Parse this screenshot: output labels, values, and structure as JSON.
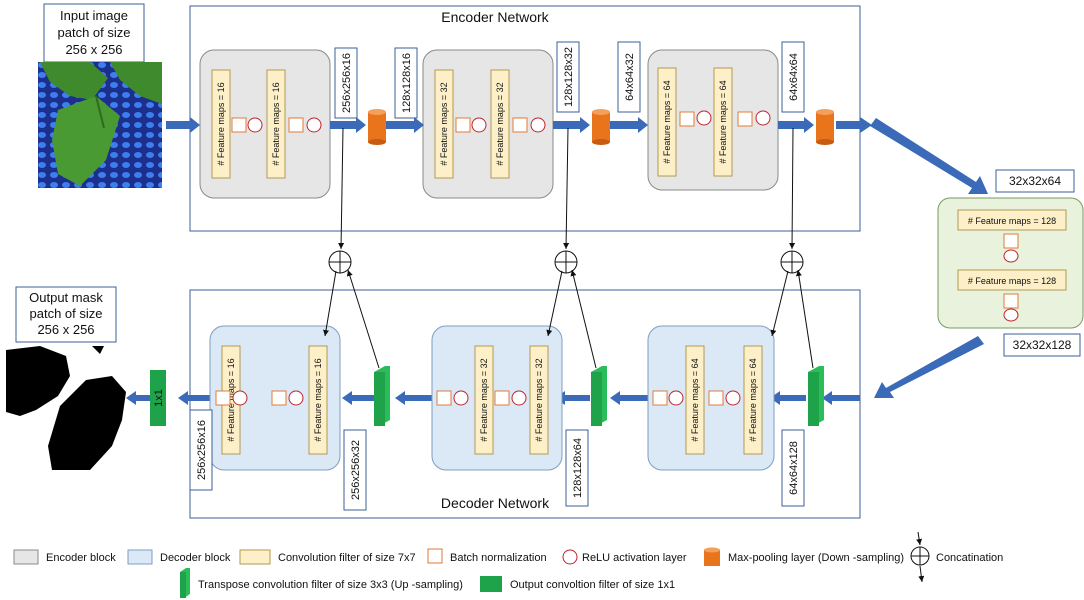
{
  "input": {
    "line1": "Input image",
    "line2": "patch of size",
    "line3": "256 x 256"
  },
  "output": {
    "line1": "Output mask",
    "line2": "patch of size",
    "line3": "256 x 256"
  },
  "encoder_title": "Encoder Network",
  "decoder_title": "Decoder Network",
  "encoder_blocks": [
    {
      "fmap": "# Feature maps = 16",
      "dim_out": "256x256x16"
    },
    {
      "fmap": "# Feature maps = 32",
      "dim_in": "128x128x16",
      "dim_out": "128x128x32"
    },
    {
      "fmap": "# Feature maps = 64",
      "dim_in": "64x64x32",
      "dim_out": "64x64x64"
    }
  ],
  "bottleneck": {
    "fmap": "# Feature maps = 128",
    "dim_in": "32x32x64",
    "dim_out": "32x32x128"
  },
  "decoder_blocks": [
    {
      "fmap": "# Feature maps = 16",
      "dim_out": "256x256x16",
      "dim_in": "256x256x32"
    },
    {
      "fmap": "# Feature maps = 32",
      "dim_in": "128x128x64"
    },
    {
      "fmap": "# Feature maps = 64",
      "dim_in": "64x64x128"
    }
  ],
  "output_filter_label": "1x1",
  "legend": {
    "encoder_block": "Encoder block",
    "decoder_block": "Decoder block",
    "conv7": "Convolution filter of size 7x7",
    "batchnorm": "Batch normalization",
    "relu": "ReLU activation layer",
    "maxpool": "Max-pooling layer (Down -sampling)",
    "concat": "Concatination",
    "transpose": "Transpose convolution filter of size 3x3 (Up  -sampling)",
    "output_conv": "Output convoltion filter of size 1x1"
  },
  "colors": {
    "encoder_fill": "#e6e6e6",
    "decoder_fill": "#dbe8f5",
    "bottleneck_fill": "#e8f2dc",
    "conv_fill": "#fdf0c8",
    "batchnorm_stroke": "#e07b39",
    "relu_stroke": "#c0232b",
    "maxpool": "#e8741c",
    "green": "#1fa34a",
    "arrow": "#3a6ab8",
    "frame": "#3b5f95"
  }
}
